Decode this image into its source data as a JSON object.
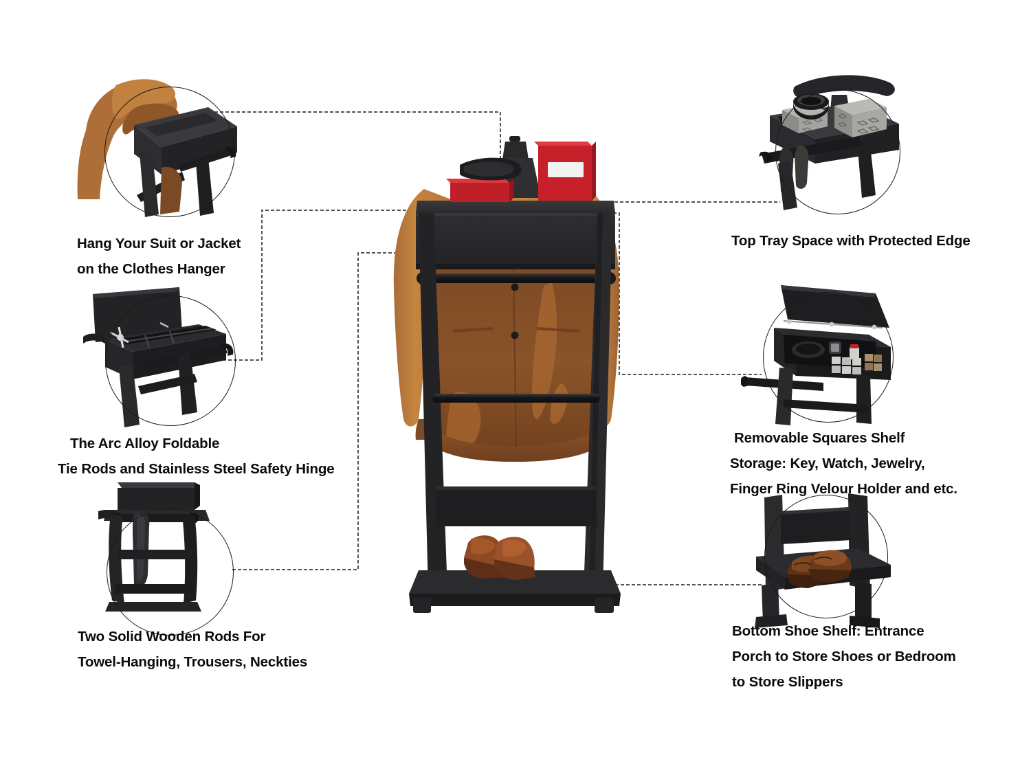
{
  "page": {
    "title": "Valet Stand Clothes Rack Feature Infographic",
    "background_color": "#ffffff",
    "text_color": "#0b0b0b",
    "line_color": "#1a1a1a",
    "accent_wood_black": "#262628",
    "jacket_color": "#c07f43",
    "jacket_shadow_color": "#7b4b26",
    "shoe_color": "#8a4a26",
    "red_box_color": "#c62027",
    "red_book_color": "#c8202b"
  },
  "callouts": {
    "hang_suit": {
      "id": "hang-suit-jacket",
      "lines": [
        "Hang Your Suit or Jacket",
        "on the Clothes Hanger"
      ],
      "line1": "Hang Your Suit or Jacket",
      "line2": "on the Clothes Hanger",
      "side": "left",
      "image_name": "valet-top-with-jacket-photo"
    },
    "arc_alloy": {
      "id": "arc-alloy-foldable-tie-rods",
      "lines": [
        "The Arc Alloy Foldable",
        "Tie Rods and Stainless Steel Safety Hinge"
      ],
      "line1": "The Arc Alloy Foldable",
      "line2": "Tie Rods and Stainless Steel Safety Hinge",
      "side": "left",
      "image_name": "open-storage-box-hinge-photo"
    },
    "wooden_rods": {
      "id": "two-solid-wooden-rods",
      "lines": [
        "Two Solid Wooden Rods For",
        "Towel-Hanging, Trousers, Neckties"
      ],
      "line1": "Two Solid Wooden Rods For",
      "line2": "Towel-Hanging, Trousers, Neckties",
      "side": "left",
      "image_name": "trouser-rods-with-towel-photo"
    },
    "top_tray": {
      "id": "top-tray-space-protected-edge",
      "lines": [
        "Top Tray Space with Protected Edge"
      ],
      "line1": "Top Tray Space with Protected Edge",
      "side": "right",
      "image_name": "top-tray-with-boxes-photo"
    },
    "squares_shelf": {
      "id": "removable-squares-shelf-storage",
      "lines": [
        "Removable Squares Shelf",
        "Storage: Key,  Watch, Jewelry,",
        "Finger Ring Velour Holder and etc."
      ],
      "line1": "Removable Squares Shelf",
      "line2": "Storage: Key,  Watch, Jewelry,",
      "line3": "Finger Ring Velour Holder and etc.",
      "side": "right",
      "image_name": "open-jewelry-tray-photo"
    },
    "shoe_shelf": {
      "id": "bottom-shoe-shelf",
      "lines": [
        "Bottom Shoe Shelf: Entrance",
        "Porch to Store Shoes or Bedroom",
        "to Store Slippers"
      ],
      "line1": "Bottom Shoe Shelf: Entrance",
      "line2": "Porch to Store Shoes or Bedroom",
      "line3": "to Store Slippers",
      "side": "right",
      "image_name": "bottom-shoe-shelf-photo"
    }
  },
  "hero": {
    "name": "valet-stand-with-jacket-and-shoes",
    "items_on_tray": [
      "red-box",
      "black-wallet",
      "red-book-with-white-label"
    ],
    "items_on_shelf": [
      "brown-dress-shoes-pair"
    ],
    "garment": "tan-suit-jacket"
  }
}
